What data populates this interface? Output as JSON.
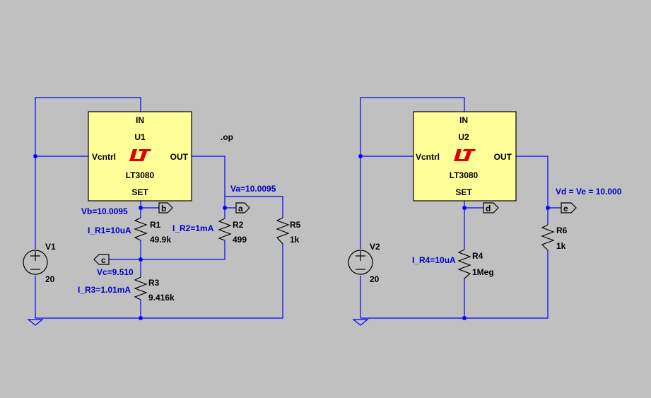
{
  "directive": ".op",
  "circuit1": {
    "ic": {
      "pin_in": "IN",
      "ref": "U1",
      "pin_ctrl": "Vcntrl",
      "pin_out": "OUT",
      "part": "LT3080",
      "pin_set": "SET"
    },
    "source": {
      "ref": "V1",
      "value": "20"
    },
    "r1": {
      "ref": "R1",
      "value": "49.9k",
      "current": "I_R1=10uA"
    },
    "r2": {
      "ref": "R2",
      "value": "499",
      "current": "I_R2=1mA"
    },
    "r3": {
      "ref": "R3",
      "value": "9.416k",
      "current": "I_R3=1.01mA"
    },
    "r5": {
      "ref": "R5",
      "value": "1k"
    },
    "labels": {
      "va": "Va=10.0095",
      "vb": "Vb=10.0095",
      "vc": "Vc=9.510"
    },
    "flags": {
      "a": "a",
      "b": "b",
      "c": "c"
    }
  },
  "circuit2": {
    "ic": {
      "pin_in": "IN",
      "ref": "U2",
      "pin_ctrl": "Vcntrl",
      "pin_out": "OUT",
      "part": "LT3080",
      "pin_set": "SET"
    },
    "source": {
      "ref": "V2",
      "value": "20"
    },
    "r4": {
      "ref": "R4",
      "value": "1Meg",
      "current": "I_R4=10uA"
    },
    "r6": {
      "ref": "R6",
      "value": "1k"
    },
    "labels": {
      "vdve": "Vd = Ve = 10.000"
    },
    "flags": {
      "d": "d",
      "e": "e"
    }
  },
  "colors": {
    "background": "#c0c0c0",
    "wire": "#0000ff",
    "ic_fill": "#ffff99",
    "annotation": "#0000cc",
    "logo": "#e00000"
  }
}
